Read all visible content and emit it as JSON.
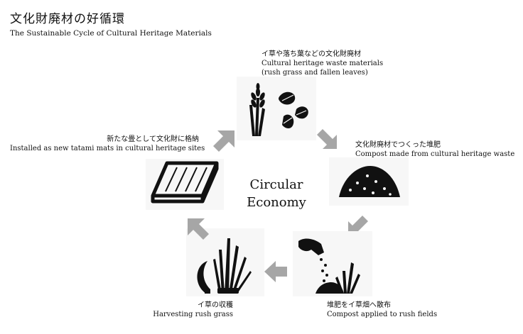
{
  "title": {
    "jp": "文化財廃材の好循環",
    "en": "The Sustainable Cycle of Cultural Heritage Materials"
  },
  "center": {
    "line1": "Circular",
    "line2": "Economy"
  },
  "steps": [
    {
      "jp": "イ草や落ち葉などの文化財廃材",
      "en": "Cultural heritage waste materials",
      "en2": "(rush grass and fallen leaves)",
      "icon": "rush-and-leaves-icon"
    },
    {
      "jp": "文化財廃材でつくった堆肥",
      "en": "Compost made from cultural heritage waste",
      "icon": "compost-pile-icon"
    },
    {
      "jp": "堆肥をイ草畑へ散布",
      "en": "Compost applied to rush fields",
      "icon": "compost-spreading-icon"
    },
    {
      "jp": "イ草の収穫",
      "en": "Harvesting rush grass",
      "icon": "sickle-harvest-icon"
    },
    {
      "jp": "新たな畳として文化財に格納",
      "en": "Installed as new tatami mats in cultural heritage sites",
      "icon": "tatami-mat-icon"
    }
  ],
  "colors": {
    "arrow": "#a6a6a6",
    "icon": "#111111",
    "tile": "#f7f7f7"
  }
}
